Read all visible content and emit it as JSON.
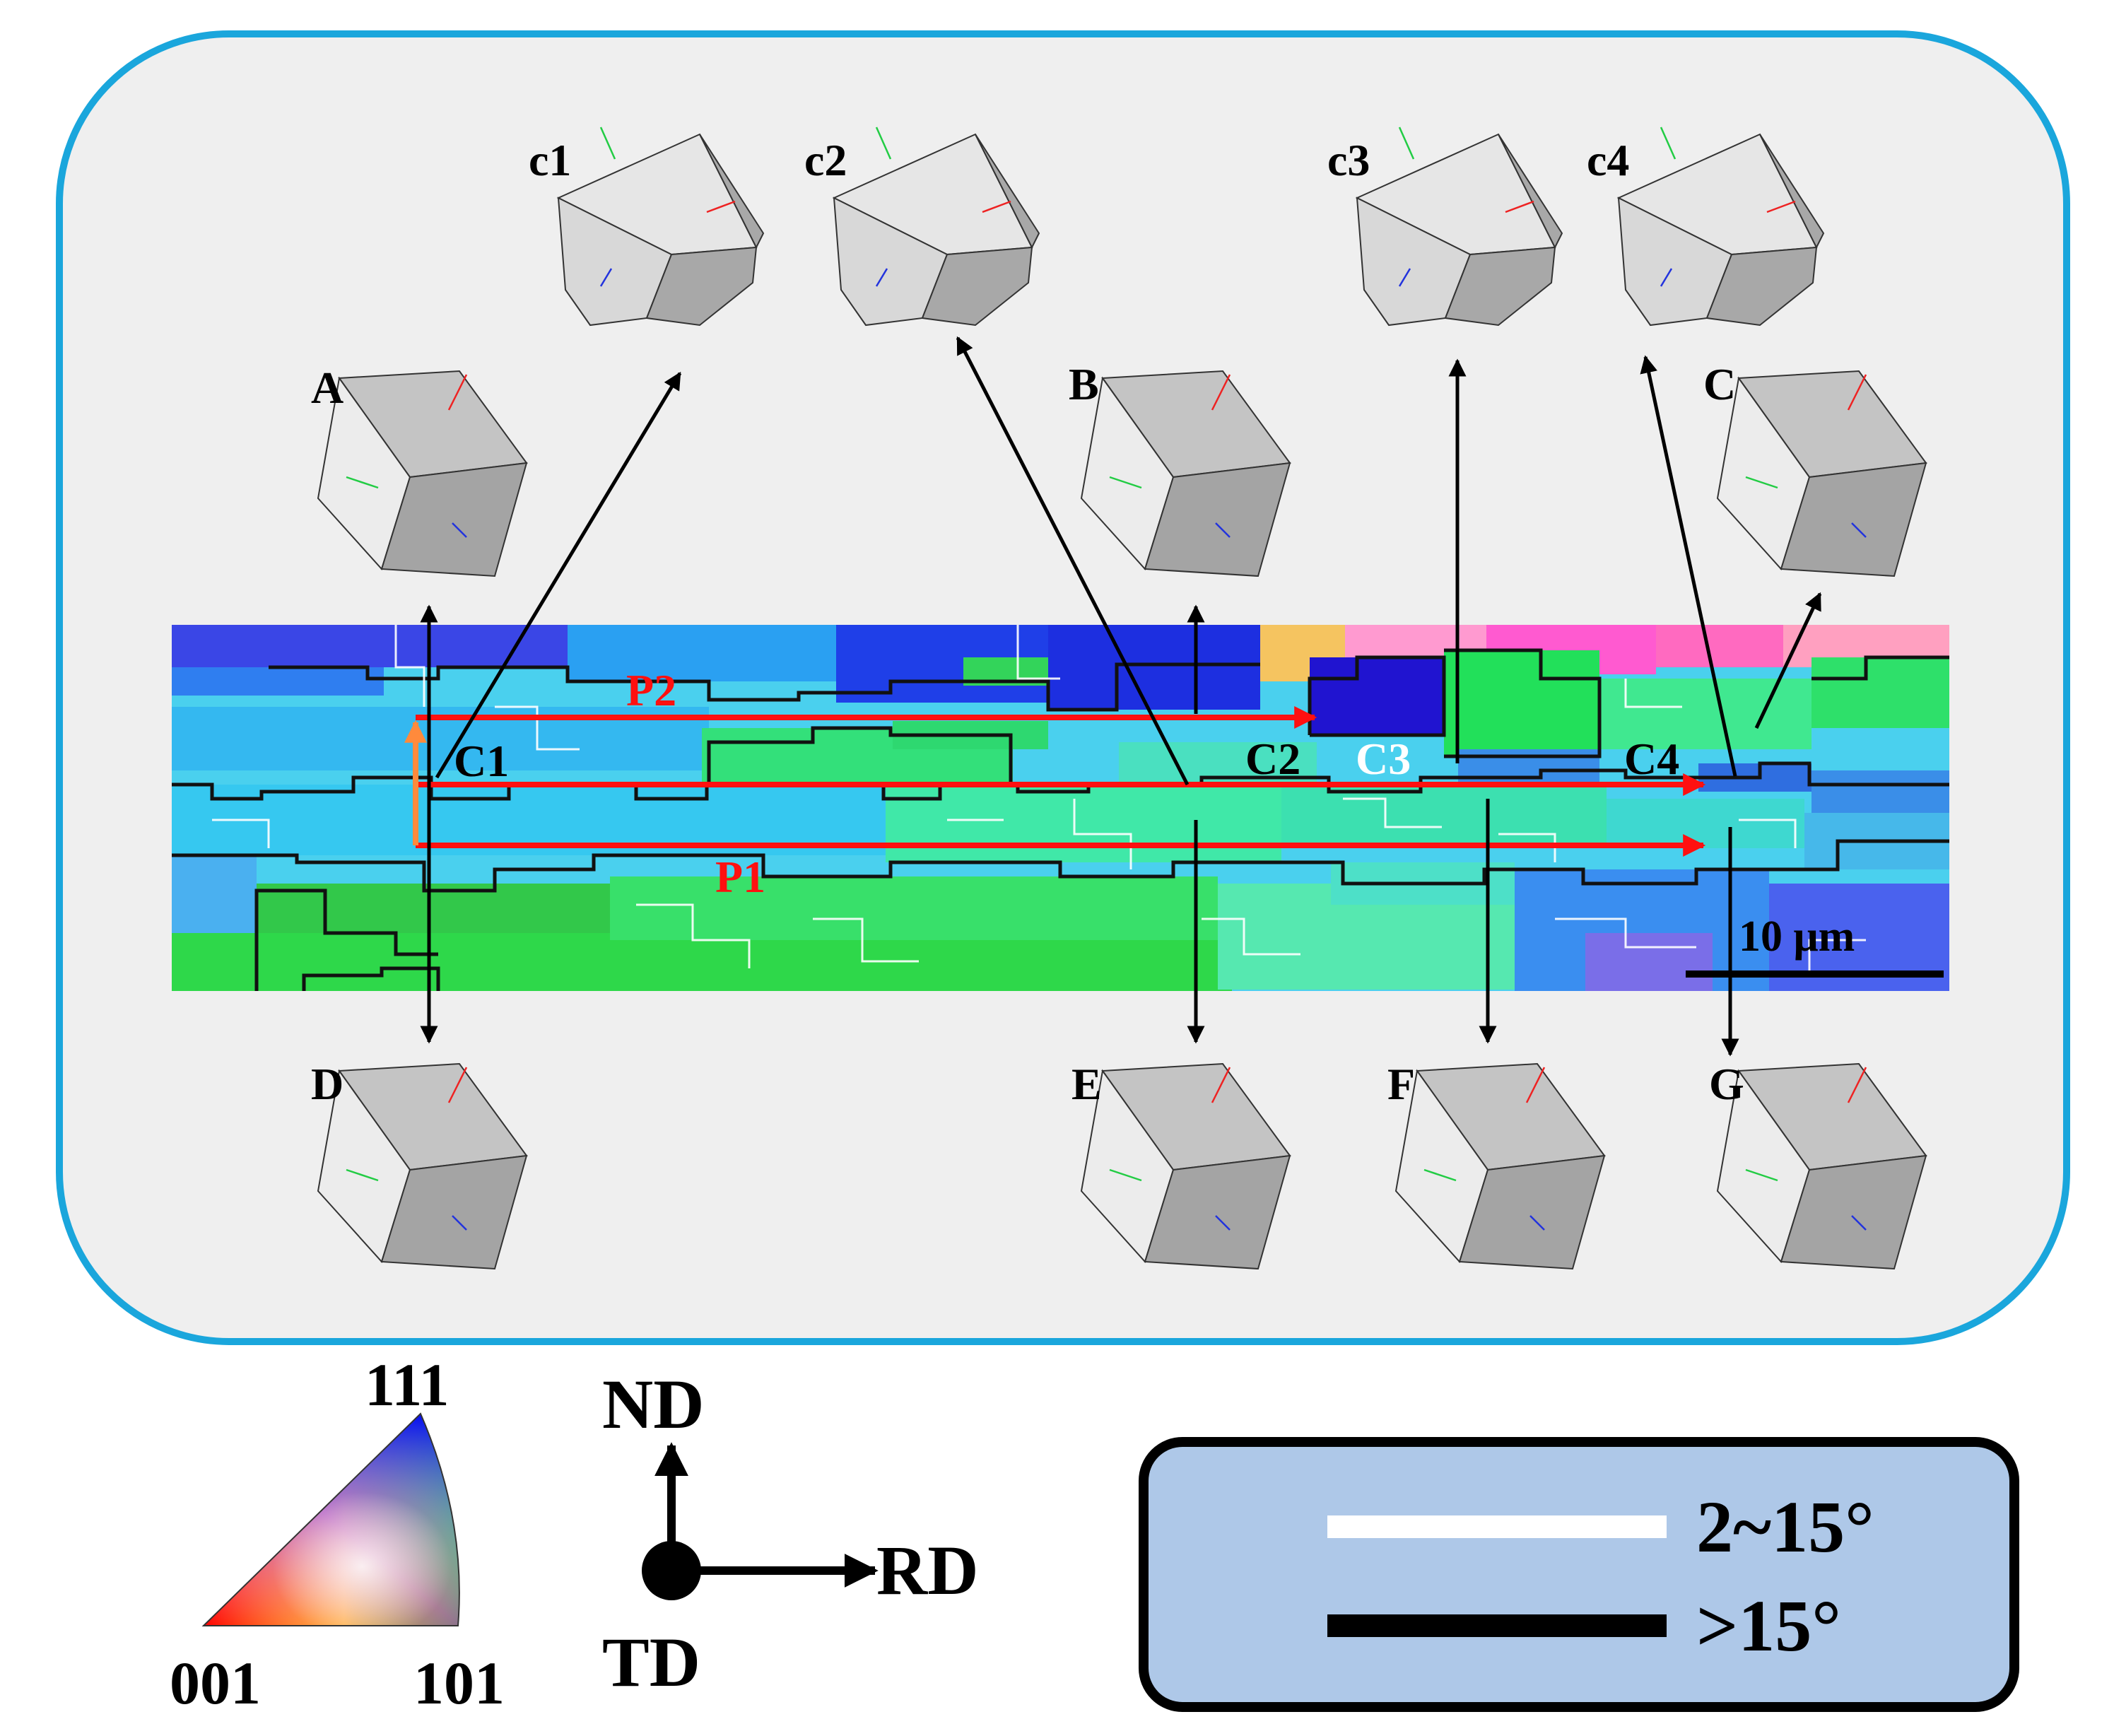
{
  "cube_labels": {
    "c1": "c1",
    "c2": "c2",
    "c3": "c3",
    "c4": "c4",
    "A": "A",
    "B": "B",
    "C": "C",
    "D": "D",
    "E": "E",
    "F": "F",
    "G": "G"
  },
  "map_labels": {
    "p1": "P1",
    "p2": "P2",
    "c1": "C1",
    "c2": "C2",
    "c3": "C3",
    "c4": "C4"
  },
  "scale_bar": "10 μm",
  "ipf_key": {
    "top": "111",
    "left": "001",
    "right": "101"
  },
  "axes": {
    "up": "ND",
    "right": "RD",
    "origin": "TD"
  },
  "legend": {
    "low_angle": "2~15°",
    "high_angle": ">15°"
  },
  "colors": {
    "frame": "#1aa6dc",
    "panel": "#efefef",
    "path_arrow": "#ff1010",
    "axis_arrow": "#ff8a3c",
    "legend_bg": "#aec8e8",
    "x_green": "#22cc44",
    "x_red": "#ee2222",
    "x_blue": "#2233dd"
  }
}
